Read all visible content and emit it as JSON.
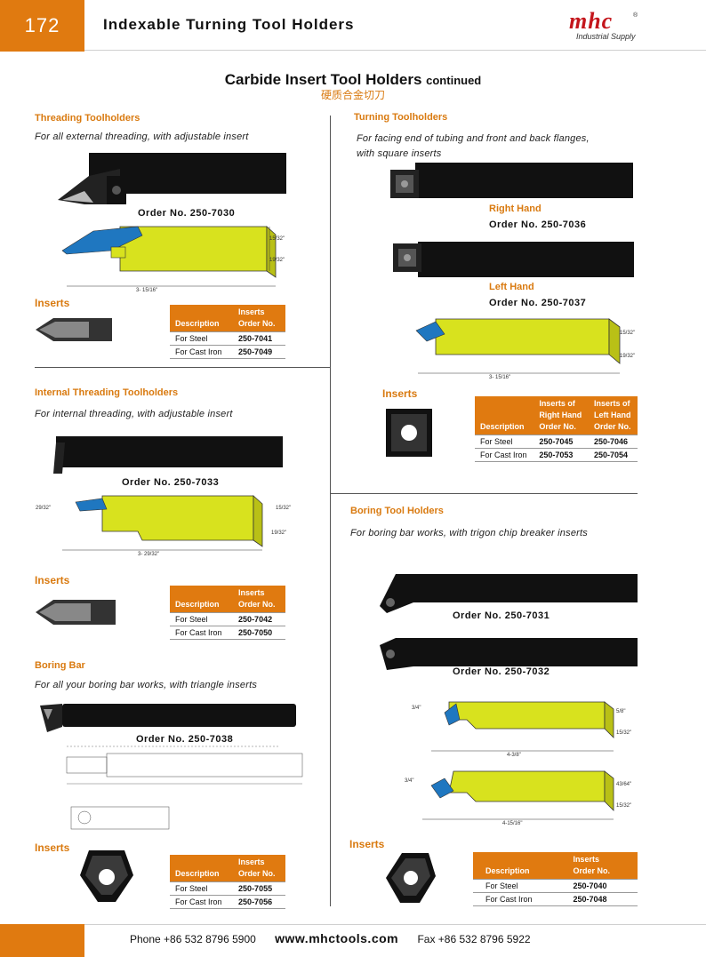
{
  "header": {
    "page_number": "172",
    "title": "Indexable Turning Tool Holders",
    "logo_text": "mhc",
    "logo_sub": "Industrial Supply",
    "logo_reg": "®"
  },
  "main": {
    "title": "Carbide Insert Tool Holders",
    "title_suffix": "continued",
    "subtitle_cn": "硬质合金切刀"
  },
  "colors": {
    "accent": "#e07a10",
    "brand_red": "#c4161c",
    "tool_yellow": "#d8e21e",
    "insert_blue": "#1f77c0"
  },
  "labels": {
    "inserts": "Inserts"
  },
  "threading": {
    "title": "Threading Toolholders",
    "desc": "For all external threading, with adjustable insert",
    "order": "Order No. 250-7030",
    "dims": [
      "15/32\"",
      "19/32\"",
      "3- 15/16\""
    ],
    "table": {
      "headers": [
        [
          "Description"
        ],
        [
          "Inserts",
          "Order No."
        ]
      ],
      "rows": [
        [
          "For Steel",
          "250-7041"
        ],
        [
          "For Cast Iron",
          "250-7049"
        ]
      ]
    }
  },
  "internal": {
    "title": "Internal Threading Toolholders",
    "desc": "For internal threading, with adjustable insert",
    "order": "Order No. 250-7033",
    "dims": [
      "29/32\"",
      "15/32\"",
      "19/32\"",
      "3- 29/32\""
    ],
    "table": {
      "headers": [
        [
          "Description"
        ],
        [
          "Inserts",
          "Order No."
        ]
      ],
      "rows": [
        [
          "For Steel",
          "250-7042"
        ],
        [
          "For Cast Iron",
          "250-7050"
        ]
      ]
    }
  },
  "boringbar": {
    "title": "Boring Bar",
    "desc": "For all your boring bar works, with triangle inserts",
    "order": "Order No. 250-7038",
    "table": {
      "headers": [
        [
          "Description"
        ],
        [
          "Inserts",
          "Order No."
        ]
      ],
      "rows": [
        [
          "For Steel",
          "250-7055"
        ],
        [
          "For Cast Iron",
          "250-7056"
        ]
      ]
    }
  },
  "turning": {
    "title": "Turning Toolholders",
    "desc1": "For facing end of tubing and front and back flanges,",
    "desc2": "with square inserts",
    "right_hand": "Right Hand",
    "order_right": "Order No. 250-7036",
    "left_hand": "Left Hand",
    "order_left": "Order  No. 250-7037",
    "dims": [
      "15/32\"",
      "19/32\"",
      "3- 15/16\""
    ],
    "table": {
      "headers": [
        "Description",
        "Inserts of Right Hand Order No.",
        "Inserts of Left Hand Order No."
      ],
      "h_right": [
        "Inserts of",
        "Right Hand",
        "Order No."
      ],
      "h_left": [
        "Inserts of",
        "Left Hand",
        "Order No."
      ],
      "rows": [
        [
          "For Steel",
          "250-7045",
          "250-7046"
        ],
        [
          "For Cast Iron",
          "250-7053",
          "250-7054"
        ]
      ]
    }
  },
  "boringholder": {
    "title": "Boring Tool Holders",
    "desc": "For boring bar works, with trigon chip breaker inserts",
    "order1": "Order No. 250-7031",
    "order2": "Order No. 250-7032",
    "dims": [
      "3/4\"",
      "5/8\"",
      "15/32\"",
      "4-3/8\"",
      "3/4\"",
      "43/64\"",
      "15/32\"",
      "4-15/16\""
    ],
    "table": {
      "headers": [
        [
          "Description"
        ],
        [
          "Inserts",
          "Order No."
        ]
      ],
      "rows": [
        [
          "For Steel",
          "250-7040"
        ],
        [
          "For Cast Iron",
          "250-7048"
        ]
      ]
    }
  },
  "footer": {
    "phone": "Phone +86 532 8796 5900",
    "web": "www.mhctools.com",
    "fax": "Fax +86 532 8796 5922"
  }
}
